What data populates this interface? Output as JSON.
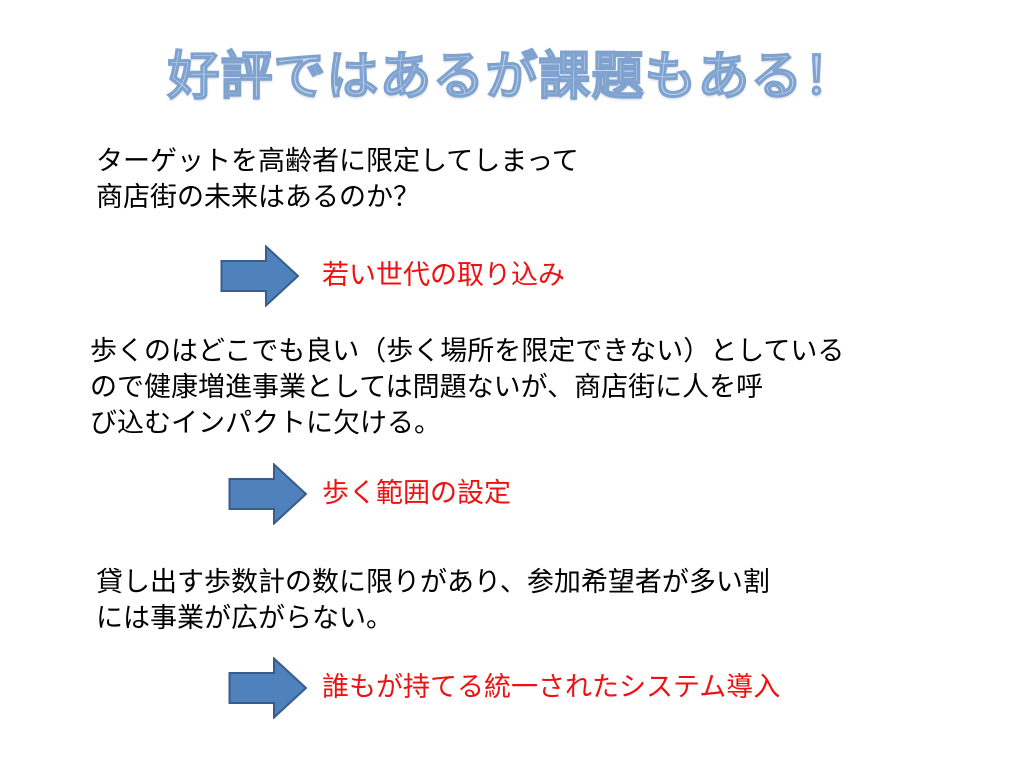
{
  "slide": {
    "title": "好評ではあるが課題もある！",
    "issues": [
      {
        "lines": [
          "ターゲットを高齢者に限定してしまって",
          "商店街の未来はあるのか？"
        ],
        "solution": "若い世代の取り込み"
      },
      {
        "lines": [
          "歩くのはどこでも良い（歩く場所を限定できない）としている",
          "ので健康増進事業としては問題ないが、商店街に人を呼",
          "び込むインパクトに欠ける。"
        ],
        "solution": "歩く範囲の設定"
      },
      {
        "lines": [
          "貸し出す歩数計の数に限りがあり、参加希望者が多い割",
          "には事業が広がらない。"
        ],
        "solution": "誰もが持てる統一されたシステム導入"
      }
    ]
  },
  "colors": {
    "title_fill": "#c5daf0",
    "title_stroke": "#7fa2cf",
    "arrow_fill": "#4f81bd",
    "arrow_stroke": "#385d8a",
    "solution_text": "#ee1111"
  },
  "icons": {
    "arrow": "right-arrow-icon"
  }
}
